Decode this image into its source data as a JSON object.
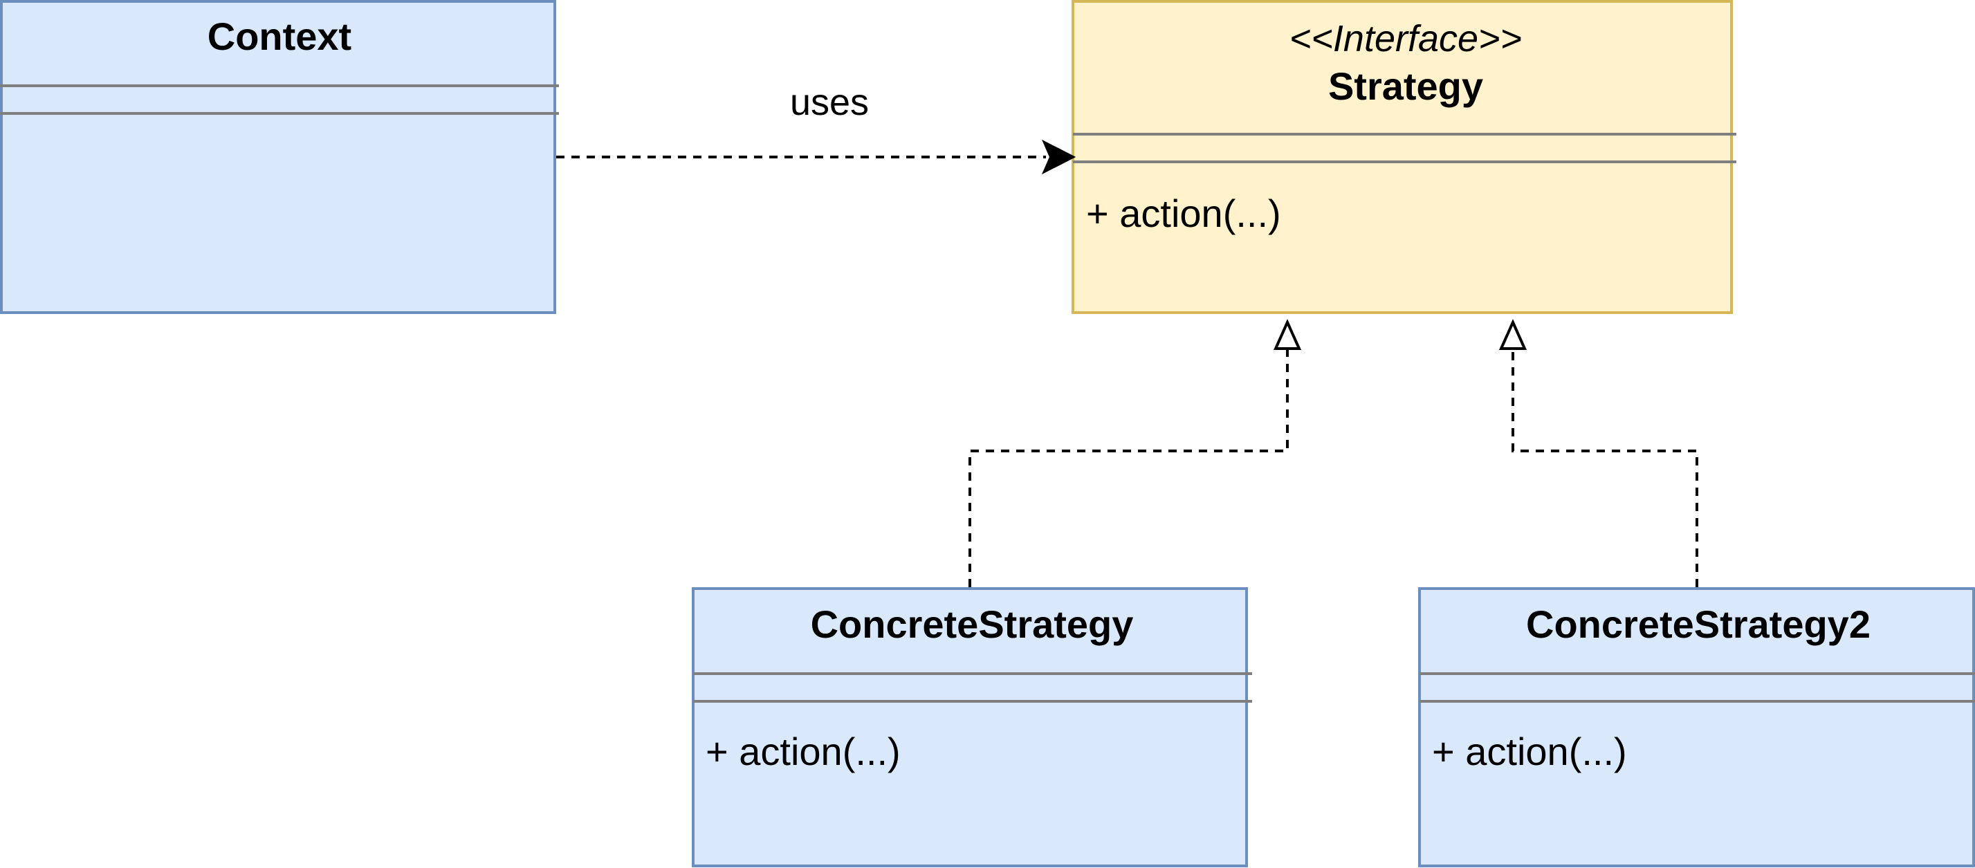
{
  "diagram": {
    "classes": {
      "context": {
        "name": "Context",
        "fill": "#dae8fc",
        "stroke": "#6c8ebf"
      },
      "strategy": {
        "stereotype": "<<Interface>>",
        "name": "Strategy",
        "operation": "+ action(...)",
        "fill": "#fff2cc",
        "stroke": "#d6b656"
      },
      "concrete1": {
        "name": "ConcreteStrategy",
        "operation": "+ action(...)",
        "fill": "#dae8fc",
        "stroke": "#6c8ebf"
      },
      "concrete2": {
        "name": "ConcreteStrategy2",
        "operation": "+ action(...)",
        "fill": "#dae8fc",
        "stroke": "#6c8ebf"
      }
    },
    "relations": {
      "uses": {
        "label": "uses"
      }
    },
    "colors": {
      "divider": "#7f7f7f",
      "line": "#000000"
    }
  }
}
